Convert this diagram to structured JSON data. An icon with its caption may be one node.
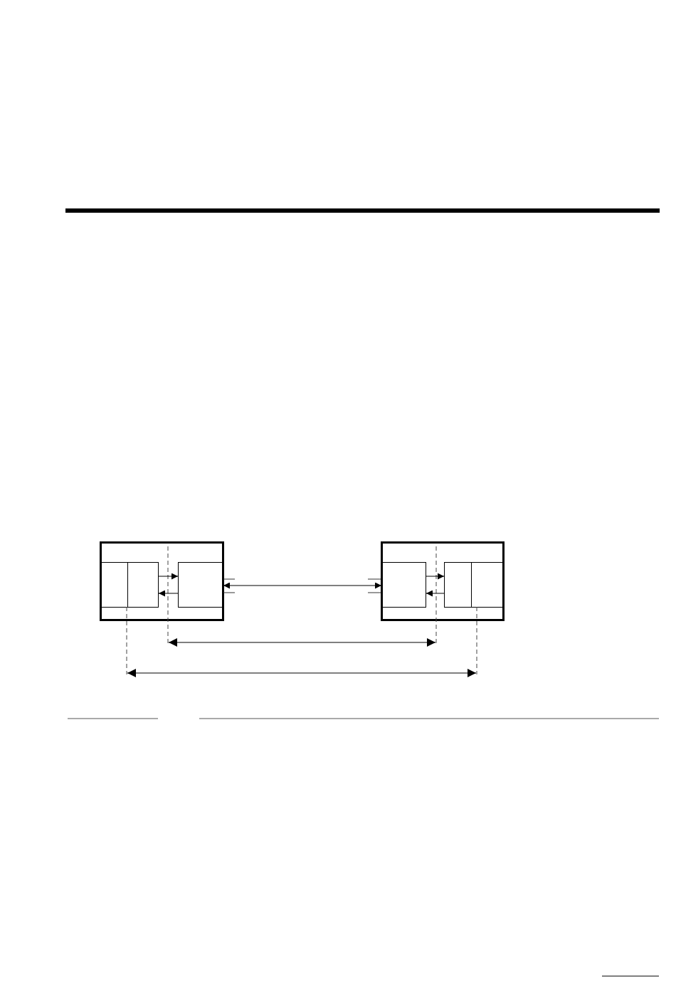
{
  "diagram": {
    "nodes": [
      {
        "text": [],
        "shape": "box"
      },
      {
        "text": [],
        "shape": "box",
        "in": 0
      },
      {
        "text": [],
        "shape": "box",
        "in": 0
      },
      {
        "text": [],
        "shape": "box",
        "in": 0
      },
      {
        "text": [],
        "shape": "box"
      },
      {
        "text": [],
        "shape": "box",
        "in": 4
      },
      {
        "text": [],
        "shape": "box",
        "in": 4
      },
      {
        "text": [],
        "shape": "box",
        "in": 4
      }
    ],
    "edges": [
      {
        "from": 2,
        "to": 3,
        "arrow": "to"
      },
      {
        "from": 3,
        "to": 2,
        "arrow": "to"
      },
      {
        "from": 3,
        "to": 5,
        "arrow": "both"
      },
      {
        "from": 5,
        "to": 6,
        "arrow": "to"
      },
      {
        "from": 6,
        "to": 5,
        "arrow": "to"
      }
    ]
  }
}
